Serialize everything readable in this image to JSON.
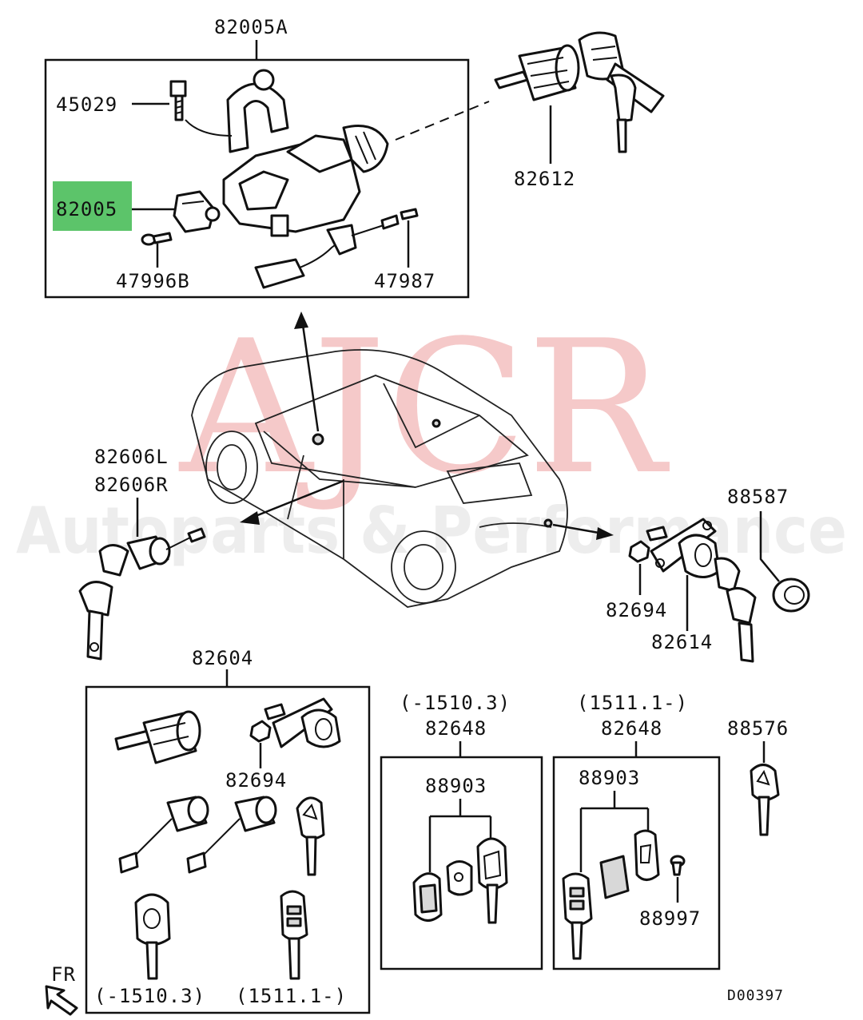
{
  "watermark": {
    "main": "AJCR",
    "sub": "Autoparts & Performance"
  },
  "diagram_code": "D00397",
  "orientation": {
    "front_label": "FR"
  },
  "highlight_color": "#5cc46a",
  "labels": {
    "p82005A": "82005A",
    "p45029": "45029",
    "p82005": "82005",
    "p47996B": "47996B",
    "p47987": "47987",
    "p82612": "82612",
    "p82606L": "82606L",
    "p82606R": "82606R",
    "p88587": "88587",
    "p82694_right": "82694",
    "p82614": "82614",
    "p82604": "82604",
    "p82694_box": "82694",
    "date_before_box": "(-1510.3)",
    "date_after_box": "(1511.1-)",
    "date_before_kit": "(-1510.3)",
    "kit_before": "82648",
    "p88903_before": "88903",
    "date_after_kit": "(1511.1-)",
    "kit_after": "82648",
    "p88903_after": "88903",
    "p88997": "88997",
    "p88576": "88576"
  }
}
